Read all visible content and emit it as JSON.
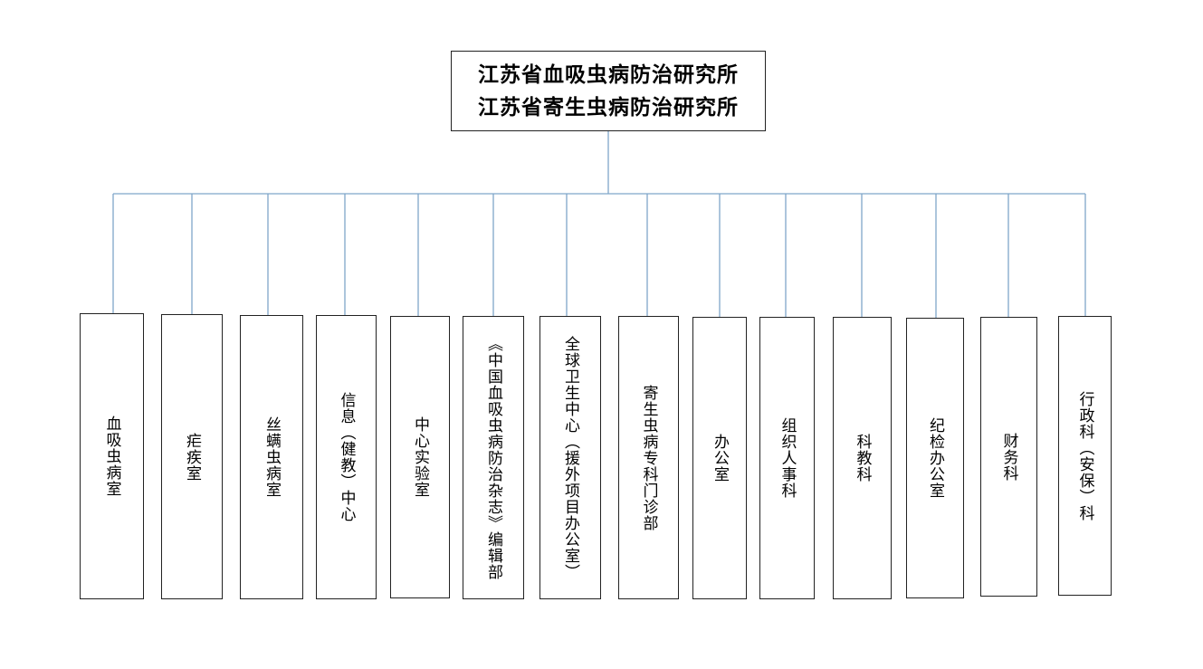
{
  "org": {
    "root": {
      "line1": "江苏省血吸虫病防治研究所",
      "line2": "江苏省寄生虫病防治研究所"
    },
    "units": [
      "血吸虫病室",
      "疟疾室",
      "丝螨虫病室",
      "信息（健教）中心",
      "中心实验室",
      "《中国血吸虫病防治杂志》编辑部",
      "全球卫生中心（援外项目办公室）",
      "寄生虫病专科门诊部",
      "办公室",
      "组织人事科",
      "科教科",
      "纪检办公室",
      "财务科",
      "行政科（安保）科"
    ]
  },
  "colors": {
    "connector": "#7fa6c9",
    "border": "#222222",
    "text": "#000000"
  }
}
